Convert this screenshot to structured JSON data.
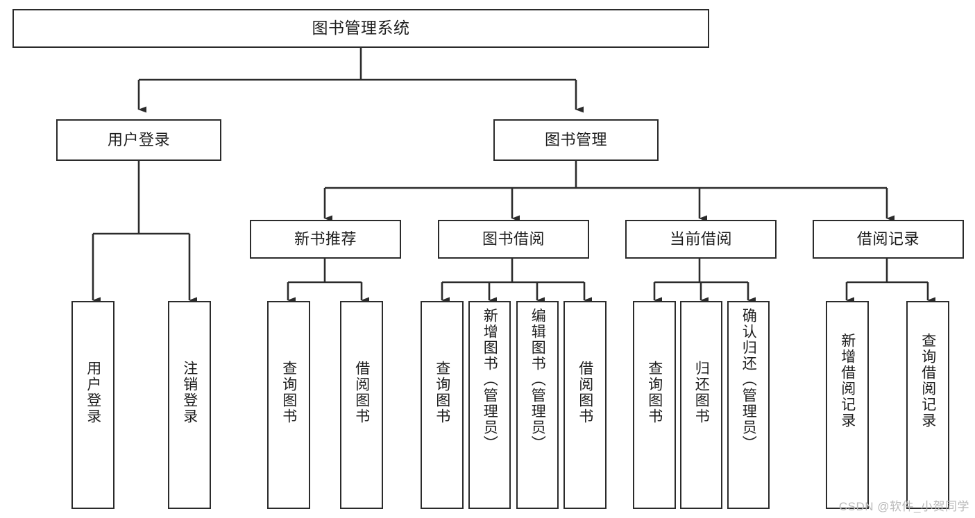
{
  "diagram": {
    "type": "tree-hierarchy",
    "title": "图书管理系统",
    "watermark": "CSDN @软件_小贺同学",
    "colors": {
      "stroke": "#2b2b2b",
      "fill": "#ffffff",
      "text": "#1d1d1d",
      "watermark": "#b9b9b9"
    },
    "nodes": {
      "root": {
        "label": "图书管理系统",
        "orientation": "horizontal"
      },
      "level1": [
        {
          "id": "user-login",
          "label": "用户登录",
          "orientation": "horizontal"
        },
        {
          "id": "book-manage",
          "label": "图书管理",
          "orientation": "horizontal"
        }
      ],
      "level2": [
        {
          "id": "new-book-recommend",
          "label": "新书推荐",
          "orientation": "horizontal",
          "parent": "book-manage"
        },
        {
          "id": "book-borrow",
          "label": "图书借阅",
          "orientation": "horizontal",
          "parent": "book-manage"
        },
        {
          "id": "current-borrow",
          "label": "当前借阅",
          "orientation": "horizontal",
          "parent": "book-manage"
        },
        {
          "id": "borrow-record",
          "label": "借阅记录",
          "orientation": "horizontal",
          "parent": "book-manage"
        }
      ],
      "leaves": [
        {
          "id": "leaf-user-login",
          "label": "用户登录",
          "orientation": "vertical",
          "parent": "user-login"
        },
        {
          "id": "leaf-logout-login",
          "label": "注销登录",
          "orientation": "vertical",
          "parent": "user-login"
        },
        {
          "id": "leaf-query-book-1",
          "label": "查询图书",
          "orientation": "vertical",
          "parent": "new-book-recommend"
        },
        {
          "id": "leaf-borrow-book-1",
          "label": "借阅图书",
          "orientation": "vertical",
          "parent": "new-book-recommend"
        },
        {
          "id": "leaf-query-book-2",
          "label": "查询图书",
          "orientation": "vertical",
          "parent": "book-borrow"
        },
        {
          "id": "leaf-add-book",
          "label": "新增图书（管理员）",
          "orientation": "vertical",
          "parent": "book-borrow"
        },
        {
          "id": "leaf-edit-book",
          "label": "编辑图书（管理员）",
          "orientation": "vertical",
          "parent": "book-borrow"
        },
        {
          "id": "leaf-borrow-book-2",
          "label": "借阅图书",
          "orientation": "vertical",
          "parent": "book-borrow"
        },
        {
          "id": "leaf-query-book-3",
          "label": "查询图书",
          "orientation": "vertical",
          "parent": "current-borrow"
        },
        {
          "id": "leaf-return-book",
          "label": "归还图书",
          "orientation": "vertical",
          "parent": "current-borrow"
        },
        {
          "id": "leaf-confirm-return",
          "label": "确认归还（管理员）",
          "orientation": "vertical",
          "parent": "current-borrow"
        },
        {
          "id": "leaf-add-record",
          "label": "新增借阅记录",
          "orientation": "vertical",
          "parent": "borrow-record"
        },
        {
          "id": "leaf-query-record",
          "label": "查询借阅记录",
          "orientation": "vertical",
          "parent": "borrow-record"
        }
      ]
    }
  }
}
